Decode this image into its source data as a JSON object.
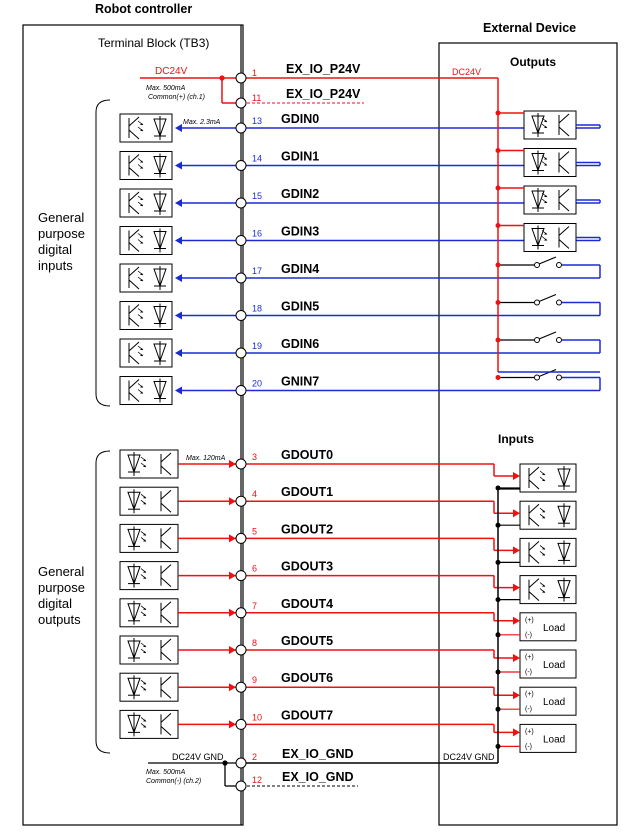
{
  "title_controller": "Robot controller",
  "title_external": "External Device",
  "terminal_block": "Terminal Block (TB3)",
  "outputs_header": "Outputs",
  "inputs_header": "Inputs",
  "dc24v_left": "DC24V",
  "dc24v_right": "DC24V",
  "max500_top": "Max. 500mA",
  "common_plus": "Common(+) (ch.1)",
  "max23": "Max. 2.3mA",
  "max120": "Max. 120mA",
  "gnd_left": "DC24V GND",
  "gnd_right": "DC24V GND",
  "max500_bottom": "Max. 500mA",
  "common_minus": "Common(-) (ch.2)",
  "group_inputs": [
    "General",
    "purpose",
    "digital",
    "inputs"
  ],
  "group_outputs": [
    "General",
    "purpose",
    "digital",
    "outputs"
  ],
  "power_rows": [
    {
      "pin": "1",
      "name": "EX_IO_P24V"
    },
    {
      "pin": "11",
      "name": "EX_IO_P24V"
    }
  ],
  "gnd_rows": [
    {
      "pin": "2",
      "name": "EX_IO_GND"
    },
    {
      "pin": "12",
      "name": "EX_IO_GND"
    }
  ],
  "input_rows": [
    {
      "pin": "13",
      "name": "GDIN0"
    },
    {
      "pin": "14",
      "name": "GDIN1"
    },
    {
      "pin": "15",
      "name": "GDIN2"
    },
    {
      "pin": "16",
      "name": "GDIN3"
    },
    {
      "pin": "17",
      "name": "GDIN4"
    },
    {
      "pin": "18",
      "name": "GDIN5"
    },
    {
      "pin": "19",
      "name": "GDIN6"
    },
    {
      "pin": "20",
      "name": "GNIN7"
    }
  ],
  "output_rows": [
    {
      "pin": "3",
      "name": "GDOUT0"
    },
    {
      "pin": "4",
      "name": "GDOUT1"
    },
    {
      "pin": "5",
      "name": "GDOUT2"
    },
    {
      "pin": "6",
      "name": "GDOUT3"
    },
    {
      "pin": "7",
      "name": "GDOUT4"
    },
    {
      "pin": "8",
      "name": "GDOUT5"
    },
    {
      "pin": "9",
      "name": "GDOUT6"
    },
    {
      "pin": "10",
      "name": "GDOUT7"
    }
  ],
  "load_label": "Load",
  "plus_sign": "(+)",
  "minus_sign": "(-)",
  "colors": {
    "red": "#ee1111",
    "blue": "#1a2bd6",
    "black": "#000000"
  }
}
